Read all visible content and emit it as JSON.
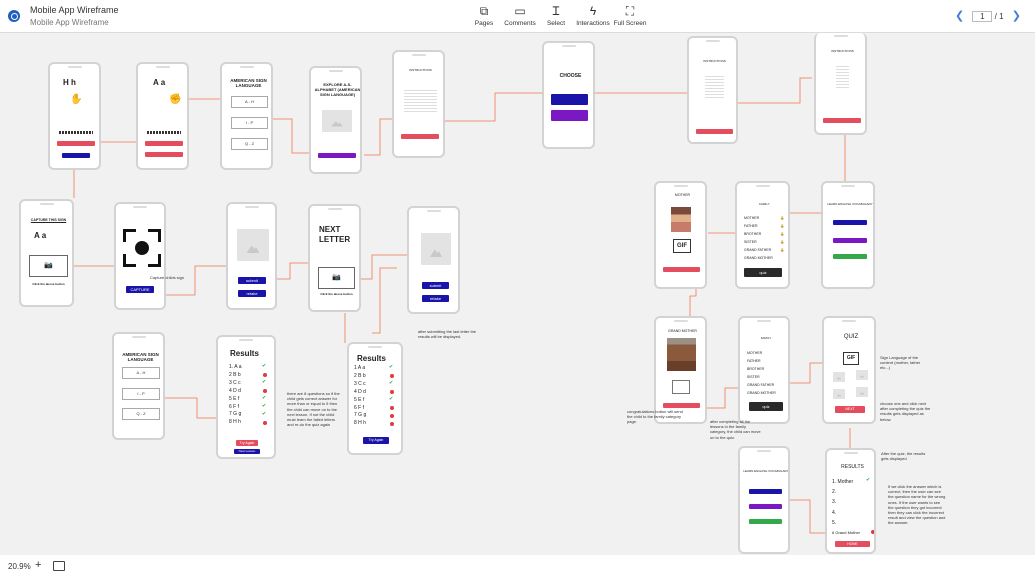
{
  "header": {
    "title": "Mobile App Wireframe",
    "subtitle": "Mobile App Wireframe",
    "tools": [
      {
        "label": "Pages",
        "icon": "pages-icon"
      },
      {
        "label": "Comments",
        "icon": "comment-icon"
      },
      {
        "label": "Select",
        "icon": "text-cursor-icon"
      },
      {
        "label": "Interactions",
        "icon": "lightning-icon"
      },
      {
        "label": "Full Screen",
        "icon": "fullscreen-icon"
      }
    ],
    "page_current": "1",
    "page_total": "/ 1"
  },
  "footer": {
    "zoom": "20.9%",
    "plus": "+"
  },
  "colors": {
    "connector": "#f0764f",
    "red_button": "#e44d5e",
    "blue_button": "#1a14a8",
    "purple_button": "#7a18c4",
    "green_button": "#35a84a"
  },
  "screens": {
    "hh": {
      "letters": "H   h"
    },
    "aa": {
      "letters": "A   a"
    },
    "asl1": {
      "title": "AMERICAN SIGN LANGUAGE",
      "opt1": "A - H",
      "opt2": "I - P",
      "opt3": "Q - Z"
    },
    "explore": {
      "title": "EXPLORE A-S-ALPHABET (AMERICAN SIGN LANGUAGE)"
    },
    "instr1": {
      "title": "INSTRUCTIONS"
    },
    "choose": {
      "title": "CHOOSE"
    },
    "instr2": {
      "title": "INSTRUCTIONS"
    },
    "instr3": {
      "title": "INSTRUCTIONS"
    },
    "capture_letter": {
      "heading": "CAPTURE THIS SIGN",
      "letters": "A     a",
      "hint": "Click the above button"
    },
    "capture": {
      "button": "CAPTURE",
      "label": "Capture childs sign"
    },
    "submit1": {
      "submit": "submit",
      "retake": "retake"
    },
    "next": {
      "title": "NEXT LETTER",
      "hint": "Click the above button"
    },
    "submit2": {
      "submit": "submit",
      "retake": "retake"
    },
    "asl2": {
      "title": "AMERICAN SIGN LANGUAGE",
      "opt1": "A - H",
      "opt2": "I - P",
      "opt3": "Q - Z"
    },
    "results1": {
      "title": "Results",
      "rows": [
        "1. A a",
        "2 B b",
        "3 C c",
        "4 D d",
        "5 E f",
        "6 F f",
        "7 G g",
        "8 H h"
      ],
      "try_again": "Try Again",
      "next_lesson": "Next Lesson"
    },
    "results2": {
      "title": "Results",
      "rows": [
        "1 A a",
        "2 B b",
        "3 C c",
        "4 D d",
        "5 E f",
        "6 F f",
        "7 G g",
        "8 H h"
      ],
      "try_again": "Try Again"
    },
    "mother": {
      "title": "MOTHER",
      "gif": "GIF"
    },
    "family1": {
      "title": "FAMILY",
      "items": [
        "MOTHER",
        "FATHER",
        "BROTHER",
        "SISTER",
        "GRAND FATHER",
        "GRAND MOTHER"
      ],
      "quiz": "quiz"
    },
    "learn1": {
      "title": "LEARN ENGLISH VOCABULARY"
    },
    "grandmother": {
      "title": "GRAND MOTHER"
    },
    "family2": {
      "title": "FAMILY",
      "items": [
        "MOTHER",
        "FATHER",
        "BROTHER",
        "SISTER",
        "GRAND FATHER",
        "GRAND MOTHER"
      ],
      "quiz": "quiz"
    },
    "quiz": {
      "title": "QUIZ",
      "gif": "GIF",
      "next": "NEXT"
    },
    "learn2": {
      "title": "LEARN ENGLISH VOCABULARY"
    },
    "results3": {
      "title": "RESULTS",
      "rows": [
        "1. Mother",
        "2.",
        "3.",
        "4.",
        "5.",
        "6  Grand Mother"
      ],
      "home": "HOME"
    }
  },
  "notes": {
    "after_submit": "after submitting the last letter the results will be displayed.",
    "eight_questions": "there are 8 questions so if the child gets correct answer for more than or equal to 5 then the child can move on to the next lesson. If not the child must learn the failed letters and re-do the quiz again",
    "congrats": "congratulations button will send the child to the family category page.",
    "after_completing": "after completing all the lessons in the family category, the child can move on to the quiz.",
    "sign_language": "Sign Language of the content (mother, father etc...)",
    "choose_one": "choose one and click next after completing the quiz the results gets displayed as below.",
    "after_quiz": "After the quiz, the results gets displayed",
    "wrong_answer": "If we click the answer which is correct, then the user can see the question name for the wrong ones. If the user wants to see the question they got incorrect then they can click the incorrect result and view the question and the answer."
  }
}
